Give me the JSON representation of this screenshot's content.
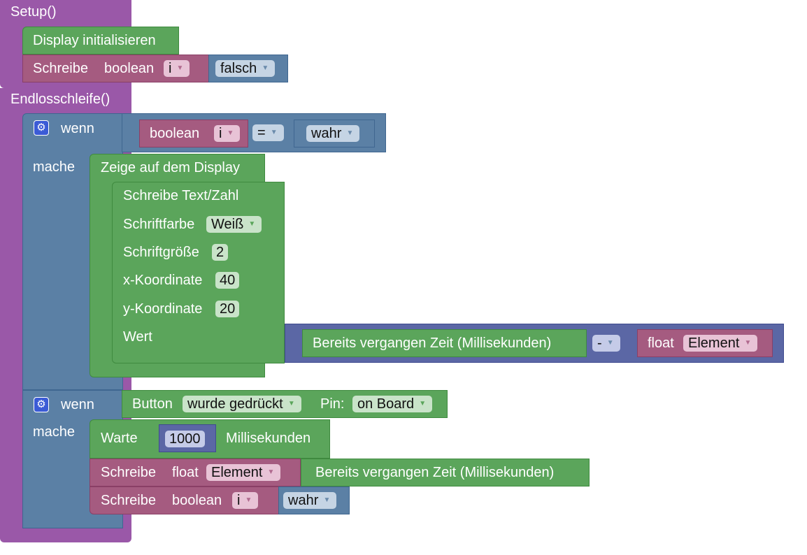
{
  "setup": {
    "label": "Setup()",
    "display_init": "Display initialisieren",
    "write_label": "Schreibe",
    "type_label": "boolean",
    "var_name": "i",
    "value": "falsch"
  },
  "loop": {
    "label": "Endlosschleife()"
  },
  "if1": {
    "wenn_label": "wenn",
    "mache_label": "mache",
    "cond_type": "boolean",
    "cond_var": "i",
    "operator": "=",
    "cond_value": "wahr",
    "display_block": "Zeige auf dem Display",
    "text_block": {
      "title": "Schreibe Text/Zahl",
      "color_label": "Schriftfarbe",
      "color_value": "Weiß",
      "size_label": "Schriftgröße",
      "size_value": "2",
      "x_label": "x-Koordinate",
      "x_value": "40",
      "y_label": "y-Koordinate",
      "y_value": "20",
      "value_label": "Wert"
    },
    "elapsed_label": "Bereits vergangen Zeit (Millisekunden)",
    "minus_op": "-",
    "float_label": "float",
    "float_var": "Element"
  },
  "if2": {
    "wenn_label": "wenn",
    "mache_label": "mache",
    "button_label": "Button",
    "button_state": "wurde gedrückt",
    "pin_label": "Pin:",
    "pin_value": "on Board",
    "wait_label": "Warte",
    "wait_value": "1000",
    "wait_unit": "Millisekunden",
    "write_label": "Schreibe",
    "float_label": "float",
    "float_var": "Element",
    "elapsed_label": "Bereits vergangen Zeit (Millisekunden)",
    "write2_label": "Schreibe",
    "bool_label": "boolean",
    "bool_var": "i",
    "bool_value": "wahr"
  },
  "colors": {
    "procedure": "#9a58a8",
    "display": "#5ba55b",
    "logic": "#5b80a5",
    "variable": "#a55b80",
    "math": "#5b67a5"
  }
}
